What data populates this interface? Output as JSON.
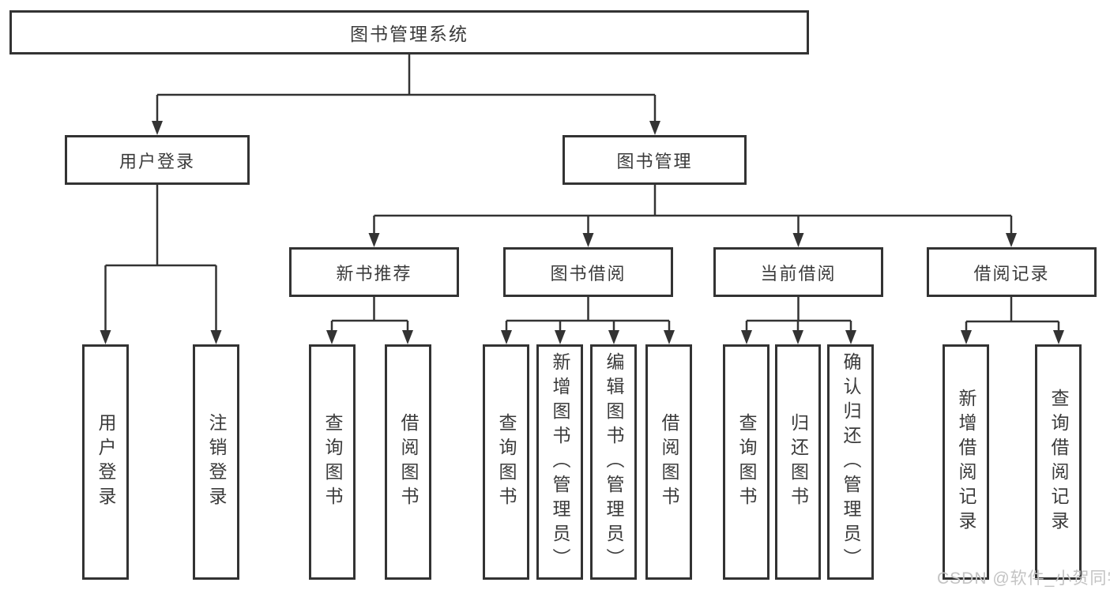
{
  "tree": {
    "label": "图书管理系统",
    "children": [
      {
        "label": "用户登录",
        "children": [
          {
            "label": "用户登录"
          },
          {
            "label": "注销登录"
          }
        ]
      },
      {
        "label": "图书管理",
        "children": [
          {
            "label": "新书推荐",
            "children": [
              {
                "label": "查询图书"
              },
              {
                "label": "借阅图书"
              }
            ]
          },
          {
            "label": "图书借阅",
            "children": [
              {
                "label": "查询图书"
              },
              {
                "label": "新增图书（管理员）"
              },
              {
                "label": "编辑图书（管理员）"
              },
              {
                "label": "借阅图书"
              }
            ]
          },
          {
            "label": "当前借阅",
            "children": [
              {
                "label": "查询图书"
              },
              {
                "label": "归还图书"
              },
              {
                "label": "确认归还（管理员）"
              }
            ]
          },
          {
            "label": "借阅记录",
            "children": [
              {
                "label": "新增借阅记录"
              },
              {
                "label": "查询借阅记录"
              }
            ]
          }
        ]
      }
    ]
  },
  "watermark": "CSDN @软件_小贺同学",
  "colors": {
    "line": "#333333",
    "box_border": "#333333",
    "text": "#3b3b3b",
    "watermark": "#c3c3c3",
    "background": "#ffffff"
  }
}
